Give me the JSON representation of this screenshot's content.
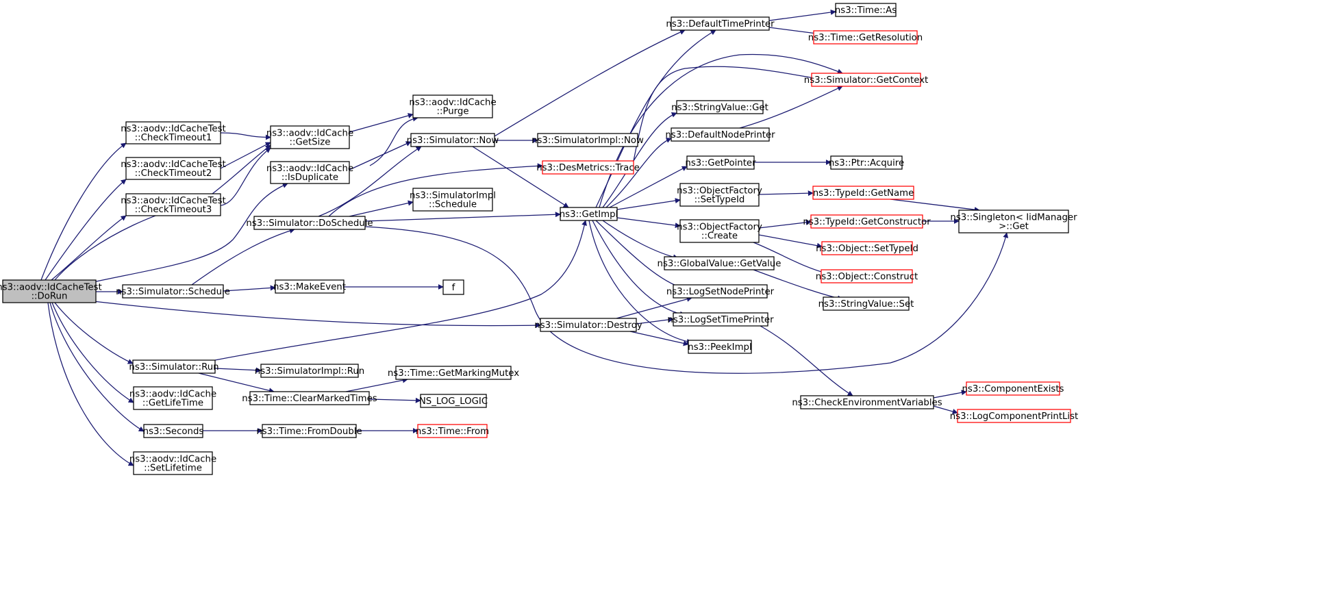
{
  "colors": {
    "edge": "#191970",
    "node_border_normal": "#000000",
    "node_border_truncated": "#ff0000",
    "root_fill": "#bfbfbf",
    "node_fill": "#ffffff"
  },
  "nodes": [
    {
      "id": "root",
      "lines": [
        "ns3::aodv::IdCacheTest",
        "::DoRun"
      ],
      "style": "root"
    },
    {
      "id": "ct1",
      "lines": [
        "ns3::aodv::IdCacheTest",
        "::CheckTimeout1"
      ],
      "style": "normal"
    },
    {
      "id": "ct2",
      "lines": [
        "ns3::aodv::IdCacheTest",
        "::CheckTimeout2"
      ],
      "style": "normal"
    },
    {
      "id": "ct3",
      "lines": [
        "ns3::aodv::IdCacheTest",
        "::CheckTimeout3"
      ],
      "style": "normal"
    },
    {
      "id": "getsize",
      "lines": [
        "ns3::aodv::IdCache",
        "::GetSize"
      ],
      "style": "normal"
    },
    {
      "id": "isdup",
      "lines": [
        "ns3::aodv::IdCache",
        "::IsDuplicate"
      ],
      "style": "normal"
    },
    {
      "id": "purge",
      "lines": [
        "ns3::aodv::IdCache",
        "::Purge"
      ],
      "style": "normal"
    },
    {
      "id": "now",
      "lines": [
        "ns3::Simulator::Now"
      ],
      "style": "normal"
    },
    {
      "id": "simnow",
      "lines": [
        "ns3::SimulatorImpl::Now"
      ],
      "style": "normal"
    },
    {
      "id": "dosched",
      "lines": [
        "ns3::Simulator::DoSchedule"
      ],
      "style": "normal"
    },
    {
      "id": "implsched",
      "lines": [
        "ns3::SimulatorImpl",
        "::Schedule"
      ],
      "style": "normal"
    },
    {
      "id": "sched",
      "lines": [
        "ns3::Simulator::Schedule"
      ],
      "style": "normal"
    },
    {
      "id": "makeevent",
      "lines": [
        "ns3::MakeEvent"
      ],
      "style": "normal"
    },
    {
      "id": "f",
      "lines": [
        "f"
      ],
      "style": "normal"
    },
    {
      "id": "destroy",
      "lines": [
        "ns3::Simulator::Destroy"
      ],
      "style": "normal"
    },
    {
      "id": "run",
      "lines": [
        "ns3::Simulator::Run"
      ],
      "style": "normal"
    },
    {
      "id": "implrun",
      "lines": [
        "ns3::SimulatorImpl::Run"
      ],
      "style": "normal"
    },
    {
      "id": "clearmarked",
      "lines": [
        "ns3::Time::ClearMarkedTimes"
      ],
      "style": "normal"
    },
    {
      "id": "markmutex",
      "lines": [
        "ns3::Time::GetMarkingMutex"
      ],
      "style": "normal"
    },
    {
      "id": "nslog",
      "lines": [
        "NS_LOG_LOGIC"
      ],
      "style": "normal"
    },
    {
      "id": "getlifetime",
      "lines": [
        "ns3::aodv::IdCache",
        "::GetLifeTime"
      ],
      "style": "normal"
    },
    {
      "id": "seconds",
      "lines": [
        "ns3::Seconds"
      ],
      "style": "normal"
    },
    {
      "id": "fromdouble",
      "lines": [
        "ns3::Time::FromDouble"
      ],
      "style": "normal"
    },
    {
      "id": "from",
      "lines": [
        "ns3::Time::From"
      ],
      "style": "truncated"
    },
    {
      "id": "setlifetime",
      "lines": [
        "ns3::aodv::IdCache",
        "::SetLifetime"
      ],
      "style": "normal"
    },
    {
      "id": "desmetrics",
      "lines": [
        "ns3::DesMetrics::Trace"
      ],
      "style": "truncated"
    },
    {
      "id": "getimpl",
      "lines": [
        "ns3::GetImpl"
      ],
      "style": "normal"
    },
    {
      "id": "deftimeprinter",
      "lines": [
        "ns3::DefaultTimePrinter"
      ],
      "style": "normal"
    },
    {
      "id": "timeas",
      "lines": [
        "ns3::Time::As"
      ],
      "style": "normal"
    },
    {
      "id": "getres",
      "lines": [
        "ns3::Time::GetResolution"
      ],
      "style": "truncated"
    },
    {
      "id": "getcontext",
      "lines": [
        "ns3::Simulator::GetContext"
      ],
      "style": "truncated"
    },
    {
      "id": "stringget",
      "lines": [
        "ns3::StringValue::Get"
      ],
      "style": "normal"
    },
    {
      "id": "defnodeprinter",
      "lines": [
        "ns3::DefaultNodePrinter"
      ],
      "style": "normal"
    },
    {
      "id": "getpointer",
      "lines": [
        "ns3::GetPointer"
      ],
      "style": "normal"
    },
    {
      "id": "ptracquire",
      "lines": [
        "ns3::Ptr::Acquire"
      ],
      "style": "normal"
    },
    {
      "id": "settypeid",
      "lines": [
        "ns3::ObjectFactory",
        "::SetTypeId"
      ],
      "style": "normal"
    },
    {
      "id": "typeidname",
      "lines": [
        "ns3::TypeId::GetName"
      ],
      "style": "truncated"
    },
    {
      "id": "singleton",
      "lines": [
        "ns3::Singleton< IidManager",
        " >::Get"
      ],
      "style": "normal"
    },
    {
      "id": "ofcreate",
      "lines": [
        "ns3::ObjectFactory",
        "::Create"
      ],
      "style": "normal"
    },
    {
      "id": "getctor",
      "lines": [
        "ns3::TypeId::GetConstructor"
      ],
      "style": "truncated"
    },
    {
      "id": "objsettypeid",
      "lines": [
        "ns3::Object::SetTypeId"
      ],
      "style": "truncated"
    },
    {
      "id": "objconstruct",
      "lines": [
        "ns3::Object::Construct"
      ],
      "style": "truncated"
    },
    {
      "id": "gvget",
      "lines": [
        "ns3::GlobalValue::GetValue"
      ],
      "style": "normal"
    },
    {
      "id": "stringset",
      "lines": [
        "ns3::StringValue::Set"
      ],
      "style": "normal"
    },
    {
      "id": "logsetnode",
      "lines": [
        "ns3::LogSetNodePrinter"
      ],
      "style": "normal"
    },
    {
      "id": "logsettime",
      "lines": [
        "ns3::LogSetTimePrinter"
      ],
      "style": "normal"
    },
    {
      "id": "peekimpl",
      "lines": [
        "ns3::PeekImpl"
      ],
      "style": "normal"
    },
    {
      "id": "checkenv",
      "lines": [
        "ns3::CheckEnvironmentVariables"
      ],
      "style": "normal"
    },
    {
      "id": "compexists",
      "lines": [
        "ns3::ComponentExists"
      ],
      "style": "truncated"
    },
    {
      "id": "logcompprint",
      "lines": [
        "ns3::LogComponentPrintList"
      ],
      "style": "truncated"
    }
  ],
  "edges": [
    [
      "root",
      "ct1"
    ],
    [
      "root",
      "getsize"
    ],
    [
      "root",
      "ct2"
    ],
    [
      "root",
      "ct3"
    ],
    [
      "root",
      "isdup"
    ],
    [
      "root",
      "sched"
    ],
    [
      "root",
      "destroy"
    ],
    [
      "root",
      "run"
    ],
    [
      "root",
      "getlifetime"
    ],
    [
      "root",
      "seconds"
    ],
    [
      "root",
      "setlifetime"
    ],
    [
      "ct1",
      "getsize"
    ],
    [
      "ct2",
      "getsize"
    ],
    [
      "ct3",
      "getsize"
    ],
    [
      "getsize",
      "purge"
    ],
    [
      "isdup",
      "purge"
    ],
    [
      "isdup",
      "now"
    ],
    [
      "now",
      "simnow"
    ],
    [
      "now",
      "getimpl"
    ],
    [
      "now",
      "deftimeprinter"
    ],
    [
      "dosched",
      "now"
    ],
    [
      "dosched",
      "implsched"
    ],
    [
      "dosched",
      "getimpl"
    ],
    [
      "dosched",
      "desmetrics"
    ],
    [
      "dosched",
      "singleton"
    ],
    [
      "sched",
      "dosched"
    ],
    [
      "sched",
      "makeevent"
    ],
    [
      "makeevent",
      "f"
    ],
    [
      "run",
      "getimpl"
    ],
    [
      "run",
      "implrun"
    ],
    [
      "run",
      "clearmarked"
    ],
    [
      "clearmarked",
      "markmutex"
    ],
    [
      "clearmarked",
      "nslog"
    ],
    [
      "seconds",
      "fromdouble"
    ],
    [
      "fromdouble",
      "from"
    ],
    [
      "destroy",
      "logsetnode"
    ],
    [
      "destroy",
      "logsettime"
    ],
    [
      "destroy",
      "peekimpl"
    ],
    [
      "desmetrics",
      "getcontext"
    ],
    [
      "getimpl",
      "deftimeprinter"
    ],
    [
      "getimpl",
      "getcontext"
    ],
    [
      "getimpl",
      "stringget"
    ],
    [
      "getimpl",
      "defnodeprinter"
    ],
    [
      "getimpl",
      "getpointer"
    ],
    [
      "getimpl",
      "settypeid"
    ],
    [
      "getimpl",
      "ofcreate"
    ],
    [
      "getimpl",
      "gvget"
    ],
    [
      "getimpl",
      "logsetnode"
    ],
    [
      "getimpl",
      "logsettime"
    ],
    [
      "getimpl",
      "peekimpl"
    ],
    [
      "deftimeprinter",
      "timeas"
    ],
    [
      "deftimeprinter",
      "getres"
    ],
    [
      "defnodeprinter",
      "getcontext"
    ],
    [
      "getpointer",
      "ptracquire"
    ],
    [
      "settypeid",
      "typeidname"
    ],
    [
      "typeidname",
      "singleton"
    ],
    [
      "ofcreate",
      "getctor"
    ],
    [
      "ofcreate",
      "objsettypeid"
    ],
    [
      "ofcreate",
      "objconstruct"
    ],
    [
      "getctor",
      "singleton"
    ],
    [
      "gvget",
      "stringset"
    ],
    [
      "logsettime",
      "checkenv"
    ],
    [
      "checkenv",
      "compexists"
    ],
    [
      "checkenv",
      "logcompprint"
    ]
  ]
}
